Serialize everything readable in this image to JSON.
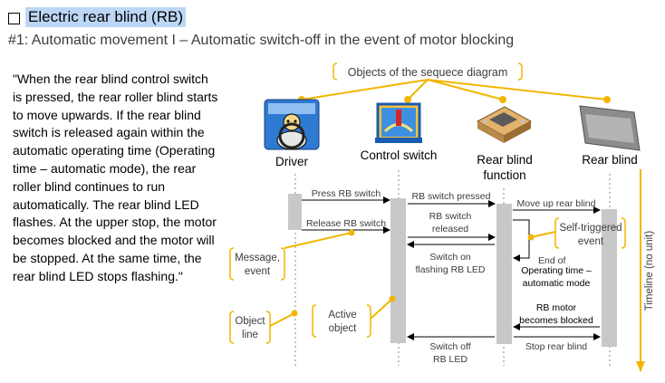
{
  "title": "Electric rear blind (RB)",
  "subtitle": "#1: Automatic movement I – Automatic switch-off in the event of motor blocking",
  "description": "\"When the rear blind control switch is pressed, the rear roller blind starts to move upwards. If the rear blind switch is released again within the automatic operating time (Operating time – automatic mode), the rear roller blind continues to run automatically. The rear blind LED flashes. At the upper stop, the motor becomes blocked and the motor will be stopped. At the same time, the rear blind LED stops flashing.\"",
  "callouts": {
    "objects": "Objects of the sequece diagram",
    "message_line1": "Message,",
    "message_line2": "event",
    "object_line1": "Object",
    "object_line2": "line",
    "active_line1": "Active",
    "active_line2": "object",
    "self_line1": "Self-triggered",
    "self_line2": "event"
  },
  "participants": {
    "driver": "Driver",
    "control_switch": "Control switch",
    "rear_blind_function_line1": "Rear blind",
    "rear_blind_function_line2": "function",
    "rear_blind": "Rear blind"
  },
  "messages": {
    "press_rb_switch": "Press RB switch",
    "rb_switch_pressed": "RB switch pressed",
    "move_up_rear_blind": "Move up rear blind",
    "rb_switch_released_line1": "RB switch",
    "rb_switch_released_line2": "released",
    "release_rb_switch": "Release RB switch",
    "switch_on_led_line1": "Switch on",
    "switch_on_led_line2": "flashing RB LED",
    "end_of": "End of",
    "operating_time_line1": "Operating time –",
    "operating_time_line2": "automatic mode",
    "rb_motor_line1": "RB motor",
    "rb_motor_line2": "becomes blocked",
    "stop_rear_blind": "Stop rear blind",
    "switch_off_led_line1": "Switch off",
    "switch_off_led_line2": "RB LED"
  },
  "timeline": "Timeline (no unit)",
  "colors": {
    "highlight": "#bcd7f5",
    "callout": "#f2b600",
    "activation": "#c8c8c8",
    "message_text": "#3c3c3c"
  }
}
